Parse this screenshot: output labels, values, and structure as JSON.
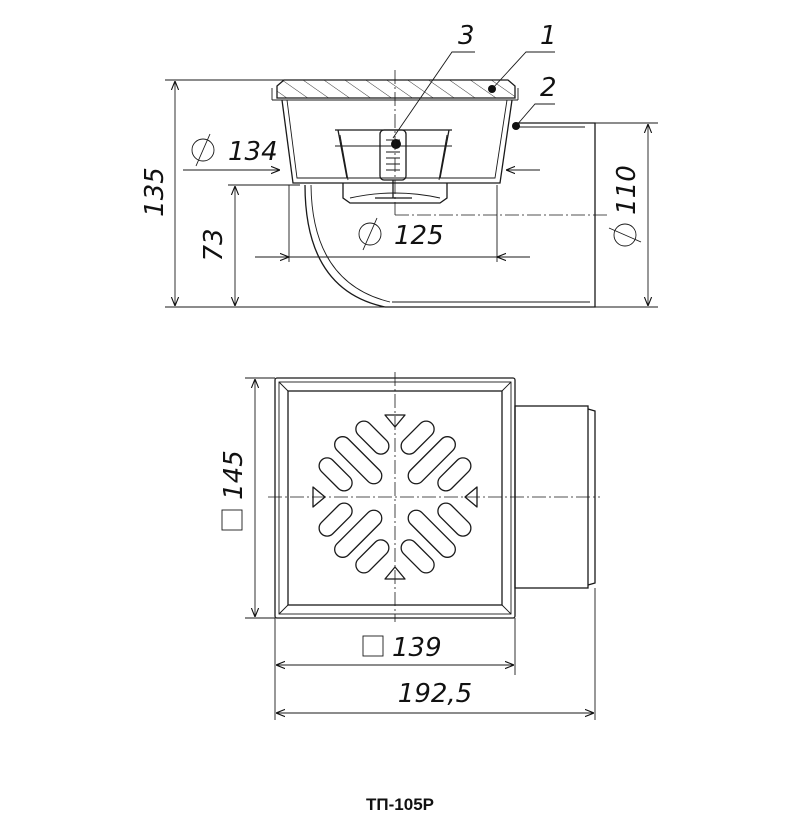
{
  "title": "ТП-105Р",
  "side_view": {
    "callouts": [
      {
        "label": "1"
      },
      {
        "label": "2"
      },
      {
        "label": "3"
      }
    ],
    "dimensions": {
      "diameter_134": "134",
      "diameter_125": "125",
      "height_135": "135",
      "height_73": "73",
      "diameter_110": "110"
    }
  },
  "top_view": {
    "dimensions": {
      "square_145": "145",
      "square_139": "139",
      "length_192_5": "192,5"
    }
  }
}
